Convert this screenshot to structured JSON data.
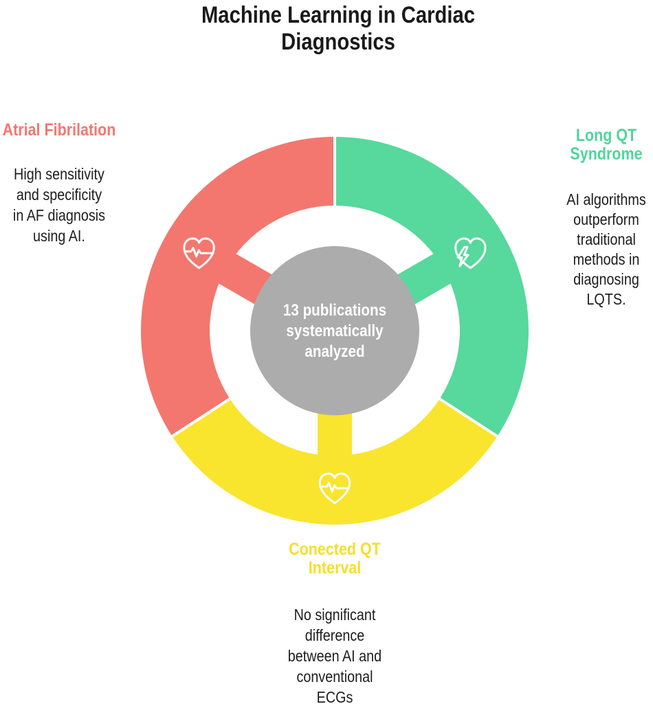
{
  "title": {
    "text": "Machine Learning in Cardiac\nDiagnostics"
  },
  "center_circle": {
    "text": "13 publications\nsystematically\nanalyzed"
  },
  "sections": {
    "atrial_fibrillation": {
      "heading": "Atrial Fibrilation",
      "body": "High sensitivity\nand specificity\nin AF diagnosis\nusing AI.",
      "color": "#F3776E",
      "icon": "heart-pulse"
    },
    "long_qt": {
      "heading": "Long QT\nSyndrome",
      "body": "AI algorithms\noutperform\ntraditional\nmethods in\ndiagnosing\nLQTS.",
      "color": "#4ED69A",
      "icon": "heart-bolt"
    },
    "corrected_qt": {
      "heading": "Conected QT\nInterval",
      "body": "No significant\ndifference\nbetween AI and\nconventional\nECGs",
      "color": "#F5DF28",
      "icon": "heart-pulse"
    }
  },
  "colors": {
    "af_red": "#F3776E",
    "lqts_green": "#57D89C",
    "qtc_yellow": "#F9E42E",
    "center_gray": "#ACACAC",
    "icon_stroke": "#FFFFFF",
    "divider_white": "#FFFFFF",
    "title_text": "#1A1A1A",
    "body_text": "#1D1D1D",
    "center_text": "#FFFFFF",
    "background": "#FFFFFF"
  }
}
